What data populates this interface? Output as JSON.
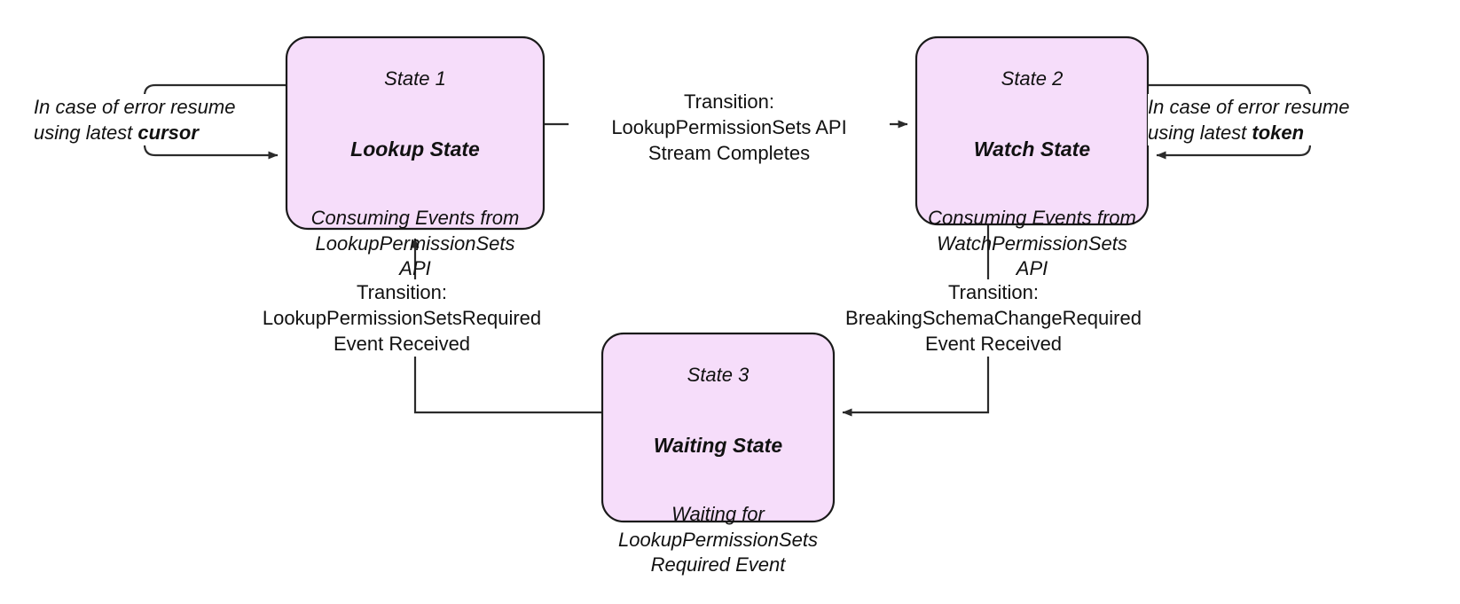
{
  "diagram": {
    "type": "state-machine",
    "background_color": "#ffffff",
    "state_fill_color": "#f6ddfa",
    "state_border_color": "#1a1a1a",
    "edge_color": "#2b2b2b",
    "states": [
      {
        "id": "State 1",
        "name": "Lookup State",
        "description": "Consuming Events from\nLookupPermissionSets\nAPI"
      },
      {
        "id": "State 2",
        "name": "Watch State",
        "description": "Consuming Events from\nWatchPermissionSets\nAPI"
      },
      {
        "id": "State 3",
        "name": "Waiting State",
        "description": "Waiting for\nLookupPermissionSets\nRequired Event"
      }
    ],
    "transitions": [
      {
        "from": "State 1",
        "to": "State 2",
        "label": "Transition:\nLookupPermissionSets API\nStream Completes"
      },
      {
        "from": "State 2",
        "to": "State 3",
        "label": "Transition:\nBreakingSchemaChangeRequired\nEvent Received"
      },
      {
        "from": "State 3",
        "to": "State 1",
        "label": "Transition:\nLookupPermissionSetsRequired\nEvent Received"
      }
    ],
    "self_loops": [
      {
        "state": "State 1",
        "side": "left",
        "label_prefix": "In case of error resume using latest ",
        "label_emphasis": "cursor"
      },
      {
        "state": "State 2",
        "side": "right",
        "label_prefix": "In case of error resume using latest ",
        "label_emphasis": "token"
      }
    ]
  }
}
